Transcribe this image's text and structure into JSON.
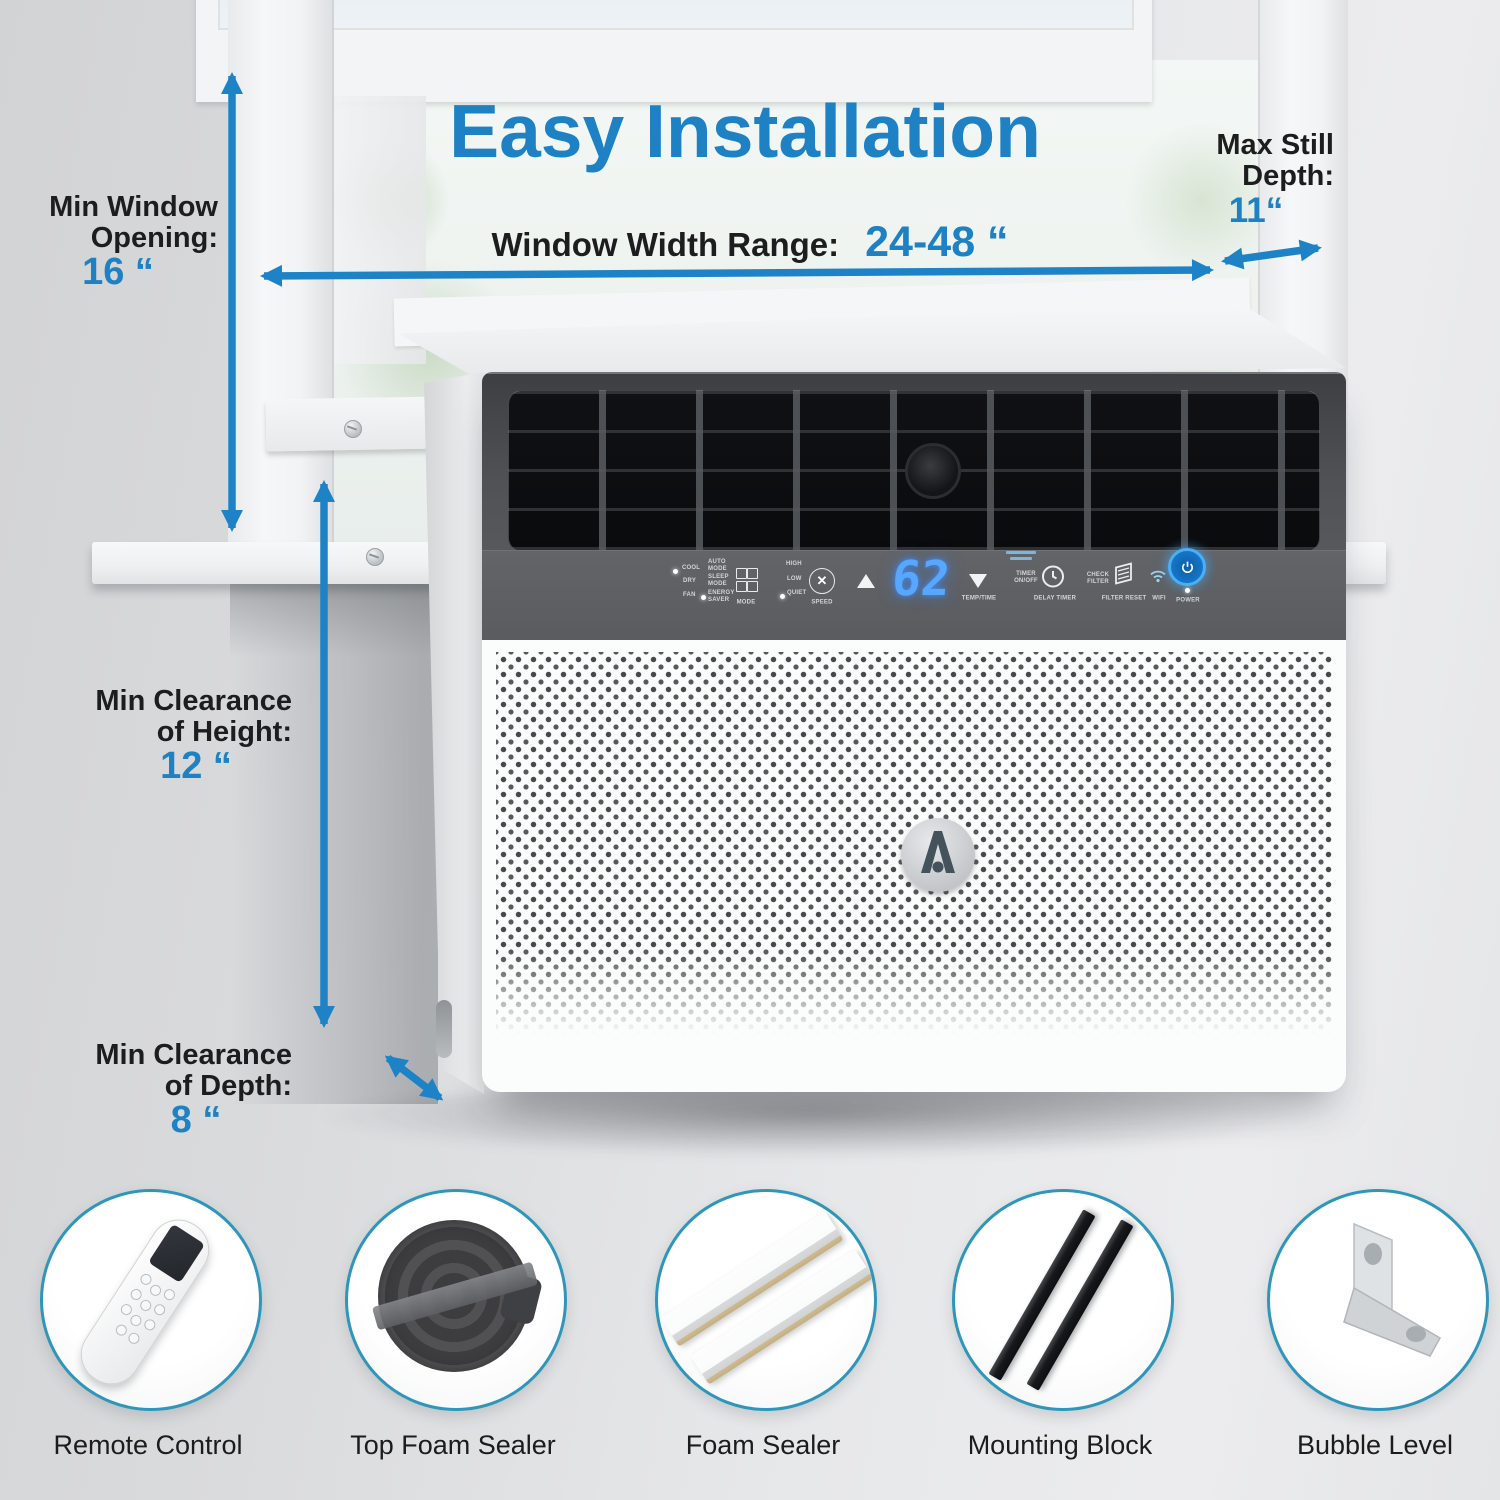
{
  "title": "Easy Installation",
  "colors": {
    "accent_blue": "#1d81c4",
    "label_black": "#1d1d1f",
    "bezel_gray": "#505256",
    "display_blue": "#57a7ff",
    "circle_ring_teal": "#2f96ba"
  },
  "annotations": {
    "window_width": {
      "label": "Window Width Range:",
      "value": "24-48 “"
    },
    "min_window_opening": {
      "line1": "Min Window",
      "line2": "Opening:",
      "value": "16 “"
    },
    "max_still_depth": {
      "line1": "Max Still",
      "line2": "Depth:",
      "value": "11“"
    },
    "min_clearance_height": {
      "line1": "Min Clearance",
      "line2": "of Height:",
      "value": "12 “"
    },
    "min_clearance_depth": {
      "line1": "Min Clearance",
      "line2": "of Depth:",
      "value": "8 “"
    }
  },
  "ac_unit": {
    "display_value": "62",
    "panel": {
      "mode_col1": [
        "COOL",
        "DRY",
        "FAN"
      ],
      "mode_col2": [
        "AUTO MODE",
        "SLEEP MODE",
        "ENERGY SAVER"
      ],
      "mode_button": "MODE",
      "speed_col": [
        "HIGH",
        "LOW",
        "QUIET"
      ],
      "speed_button": "SPEED",
      "temp_time": "TEMP/TIME",
      "timer_on_off": "TIMER ON/OFF",
      "delay_timer": "DELAY TIMER",
      "check_filter": "CHECK FILTER",
      "filter_reset": "FILTER RESET",
      "wifi": "WIFI",
      "power": "POWER"
    }
  },
  "accessories": [
    {
      "label": "Remote Control"
    },
    {
      "label": "Top Foam Sealer"
    },
    {
      "label": "Foam Sealer"
    },
    {
      "label": "Mounting Block"
    },
    {
      "label": "Bubble Level"
    }
  ]
}
